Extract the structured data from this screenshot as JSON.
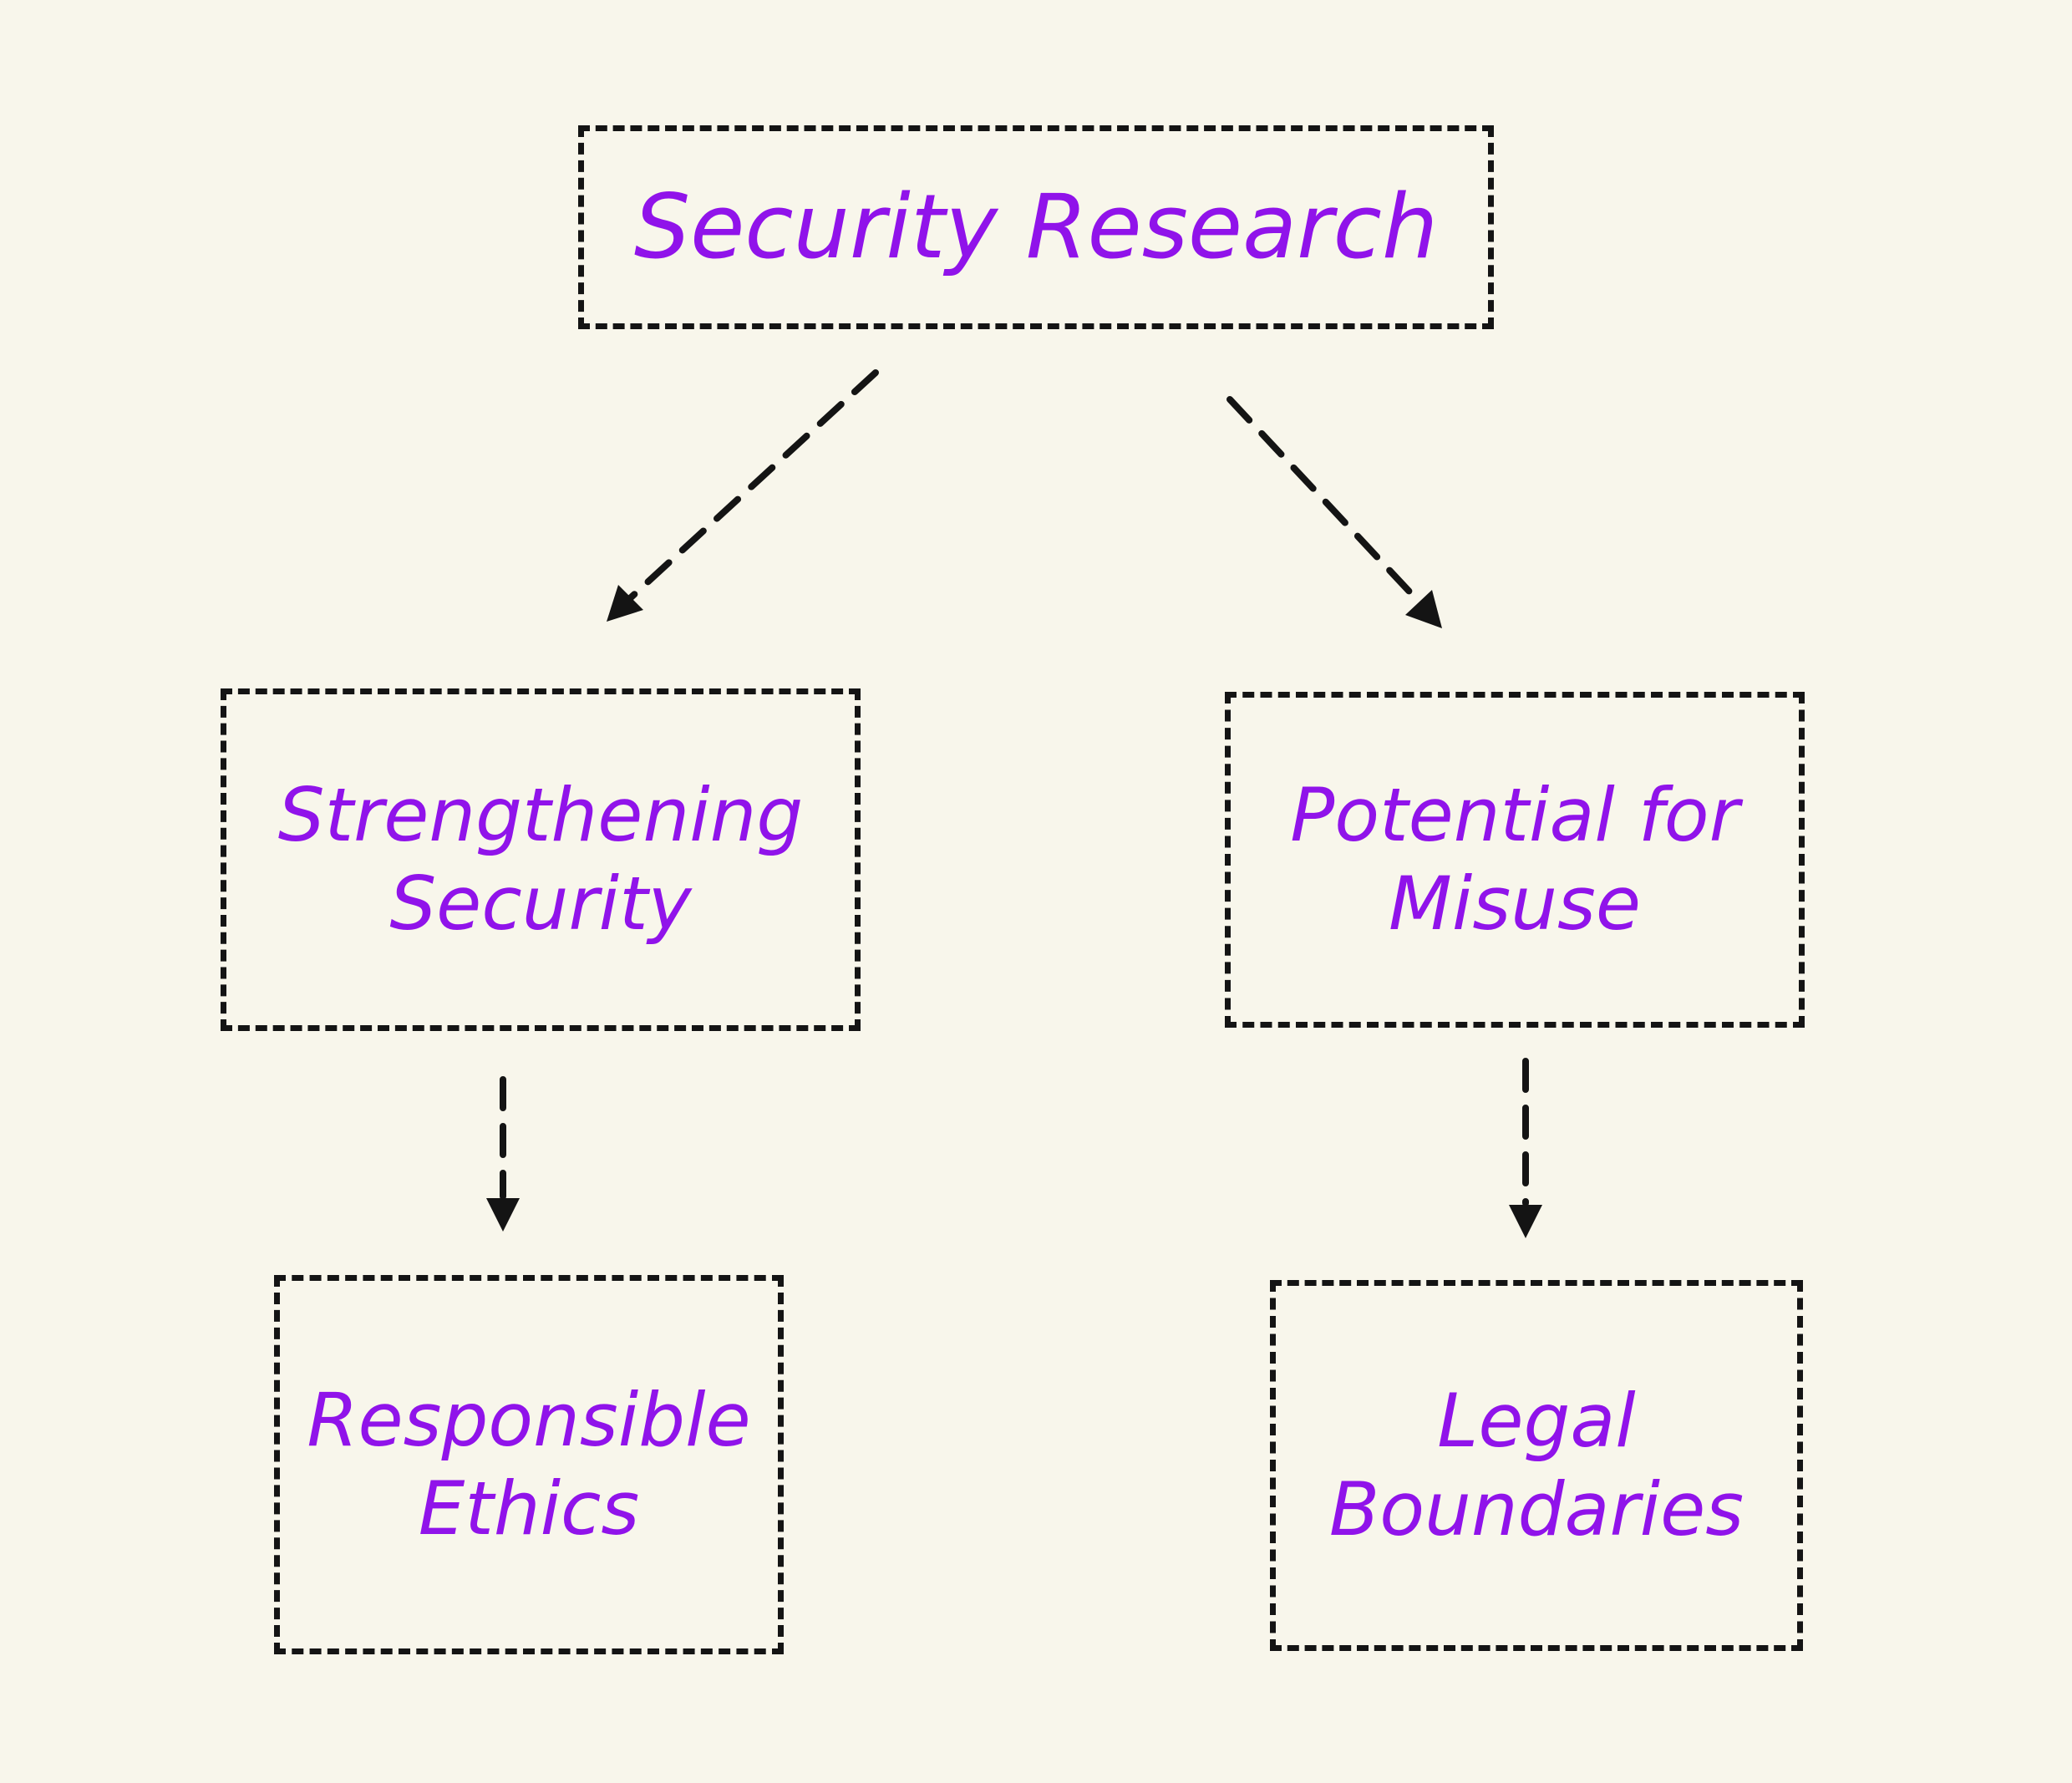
{
  "diagram": {
    "nodes": {
      "root": {
        "lines": [
          "Security Research"
        ]
      },
      "strengthening": {
        "lines": [
          "Strengthening",
          "Security"
        ]
      },
      "misuse": {
        "lines": [
          "Potential for",
          "Misuse"
        ]
      },
      "ethics": {
        "lines": [
          "Responsible",
          "Ethics"
        ]
      },
      "legal": {
        "lines": [
          "Legal",
          "Boundaries"
        ]
      }
    },
    "edges": [
      {
        "from": "root",
        "to": "strengthening"
      },
      {
        "from": "root",
        "to": "misuse"
      },
      {
        "from": "strengthening",
        "to": "ethics"
      },
      {
        "from": "misuse",
        "to": "legal"
      }
    ],
    "colors": {
      "background": "#f8f6eb",
      "text": "#9013ea",
      "stroke": "#141414"
    }
  }
}
